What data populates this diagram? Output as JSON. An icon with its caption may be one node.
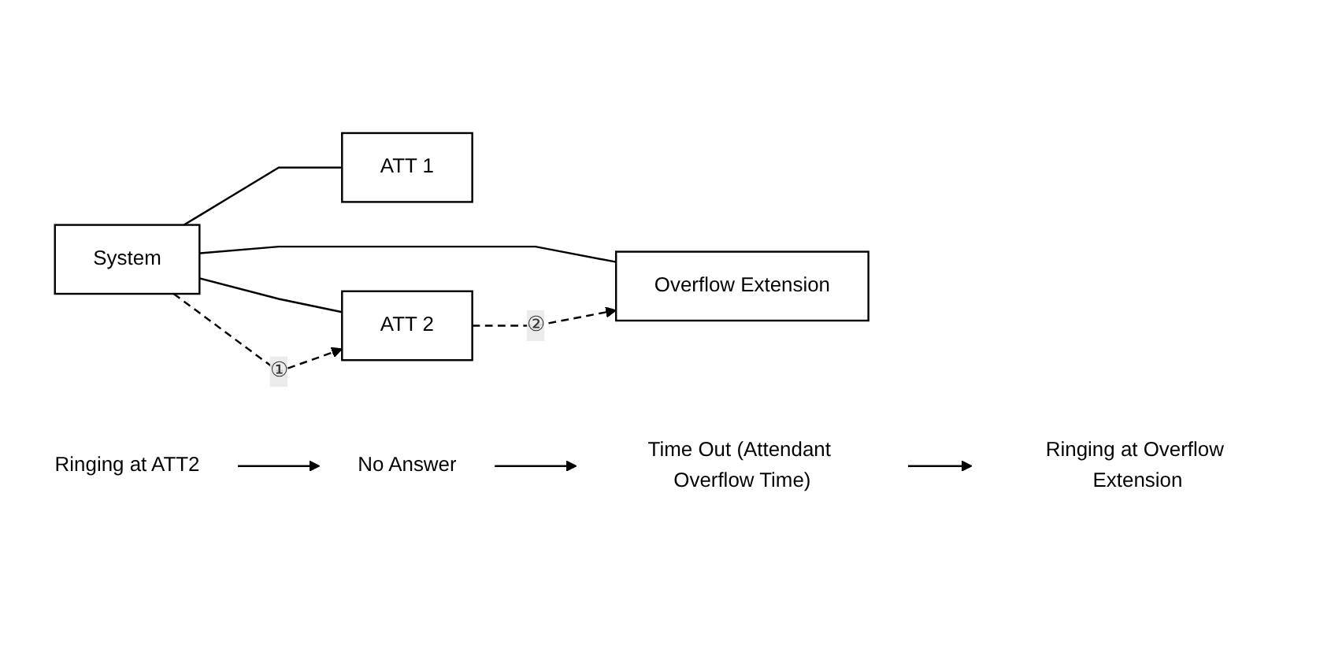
{
  "diagram": {
    "nodes": [
      {
        "text": [
          "System"
        ]
      },
      {
        "text": [
          "ATT 1"
        ]
      },
      {
        "text": [
          "ATT 2"
        ]
      },
      {
        "text": [
          "Overflow Extension"
        ]
      },
      {
        "text": [
          "Ringing at ATT2"
        ]
      },
      {
        "text": [
          "No Answer"
        ]
      },
      {
        "text": [
          "Time Out (Attendant Overflow Time)"
        ]
      },
      {
        "text": [
          "Ringing at Overflow Extension"
        ]
      }
    ],
    "edges": [
      {
        "from": 0,
        "to": 1,
        "arrow": "none"
      },
      {
        "from": 0,
        "to": 2,
        "arrow": "none"
      },
      {
        "from": 0,
        "to": 3,
        "arrow": "none"
      },
      {
        "from": 0,
        "to": 2,
        "arrow": "to",
        "style": "dashed",
        "label": "①"
      },
      {
        "from": 2,
        "to": 3,
        "arrow": "to",
        "style": "dashed",
        "label": "②"
      },
      {
        "from": 4,
        "to": 5,
        "arrow": "to"
      },
      {
        "from": 5,
        "to": 6,
        "arrow": "to"
      },
      {
        "from": 6,
        "to": 7,
        "arrow": "to"
      }
    ]
  }
}
